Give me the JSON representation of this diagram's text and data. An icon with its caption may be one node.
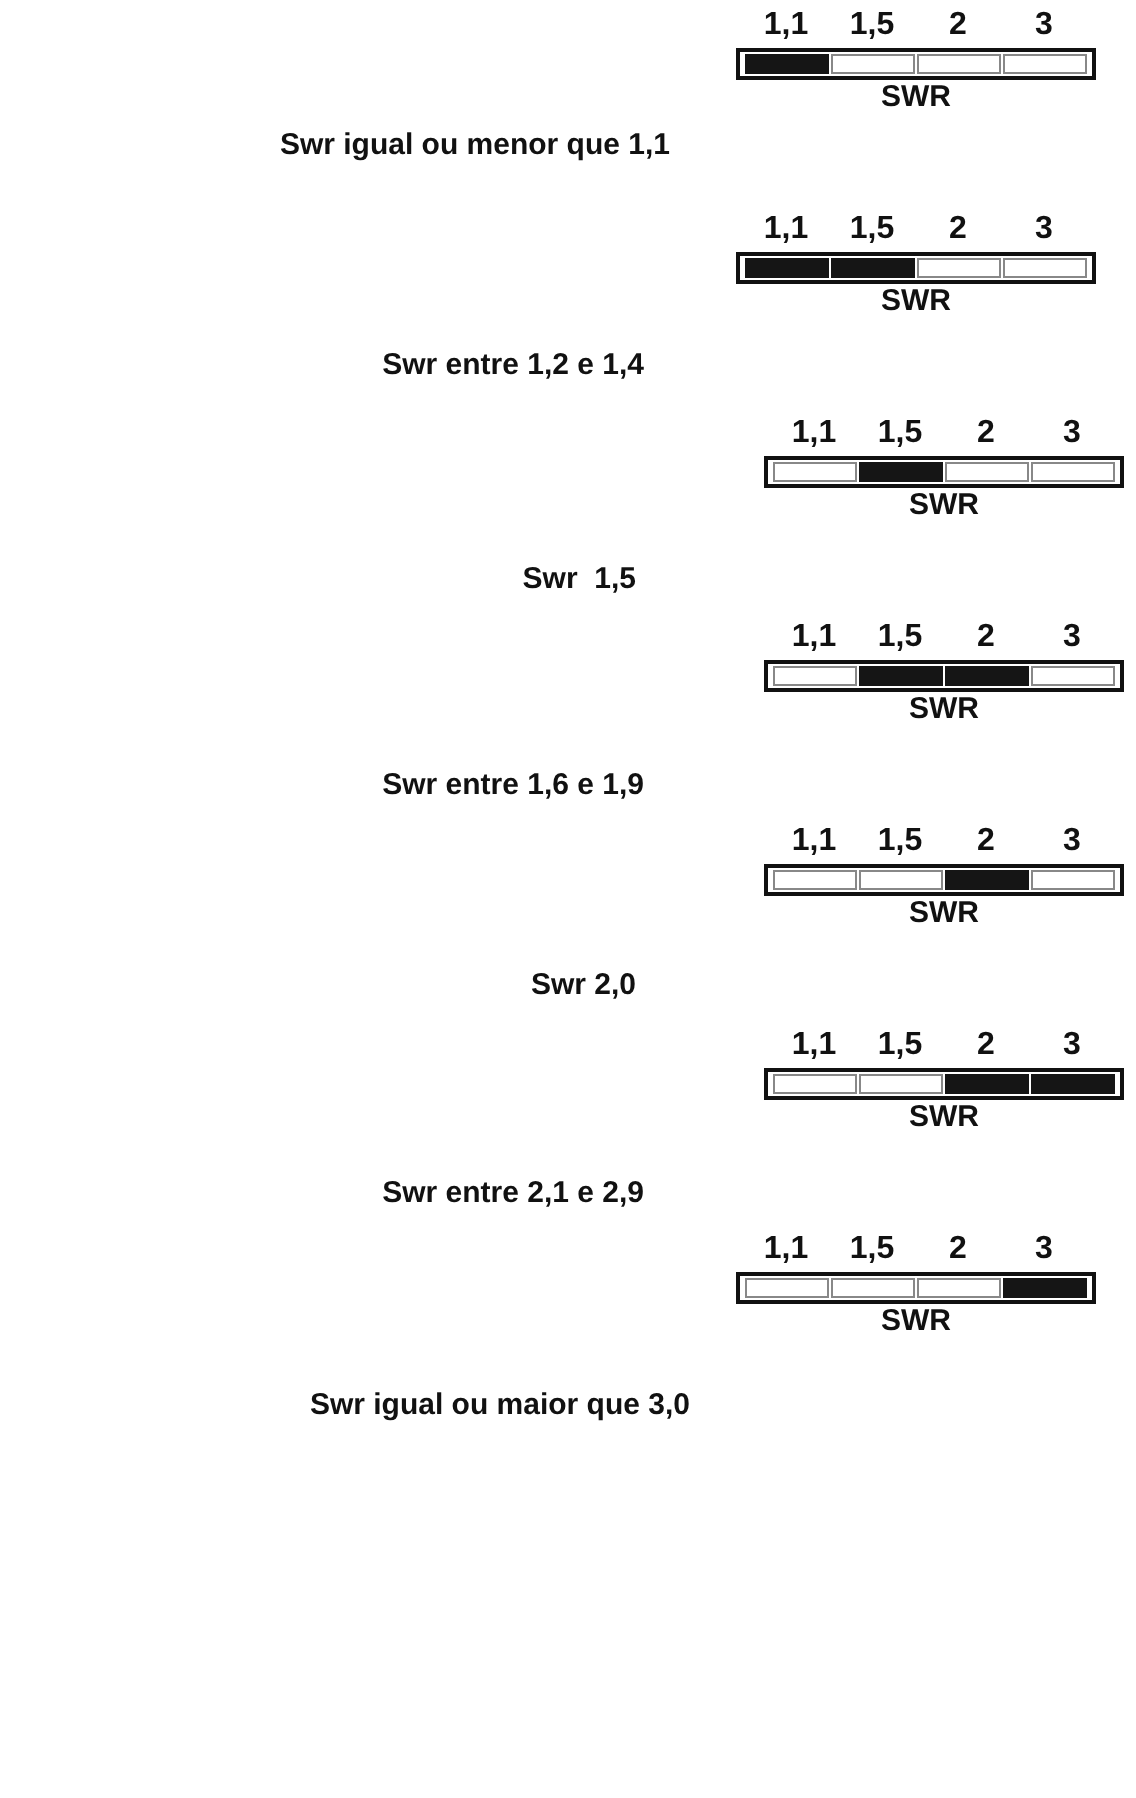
{
  "diagram": {
    "nodes": [
      {
        "text": [
          "1,1",
          "1,5",
          "2",
          "3",
          "SWR"
        ]
      },
      {
        "text": [
          "1,1",
          "1,5",
          "2",
          "3",
          "SWR"
        ]
      },
      {
        "text": [
          "1,1",
          "1,5",
          "2",
          "3",
          "SWR"
        ]
      },
      {
        "text": [
          "1,1",
          "1,5",
          "2",
          "3",
          "SWR"
        ]
      },
      {
        "text": [
          "1,1",
          "1,5",
          "2",
          "3",
          "SWR"
        ]
      },
      {
        "text": [
          "1,1",
          "1,5",
          "2",
          "3",
          "SWR"
        ]
      },
      {
        "text": [
          "1,1",
          "1,5",
          "2",
          "3",
          "SWR"
        ]
      }
    ],
    "labels": [
      "Swr igual ou menor que 1,1",
      "Swr entre 1,2 e 1,4",
      "Swr  1,5",
      "Swr entre 1,6 e 1,9",
      "Swr 2,0",
      "Swr entre 2,1 e 2,9",
      "Swr igual ou maior que 3,0"
    ]
  }
}
